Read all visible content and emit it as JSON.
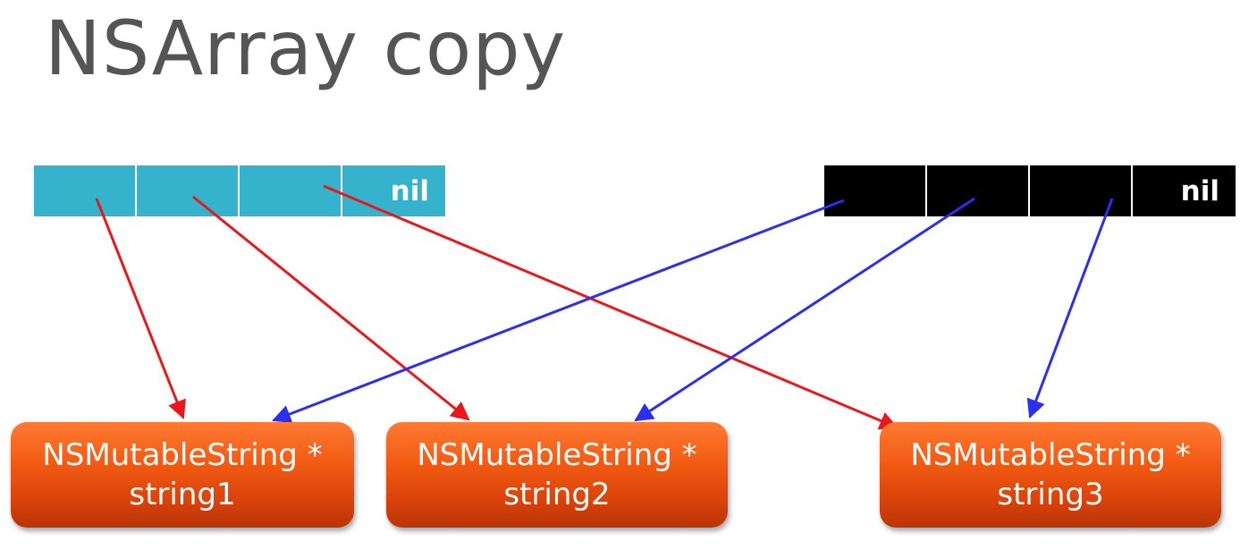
{
  "title": "NSArray copy",
  "original_array": {
    "cells": [
      "",
      "",
      "",
      "nil"
    ],
    "color": "#35b3cc"
  },
  "copied_array": {
    "cells": [
      "",
      "",
      "",
      "nil"
    ],
    "color": "#000000"
  },
  "strings": [
    {
      "type": "NSMutableString *",
      "name": "string1"
    },
    {
      "type": "NSMutableString *",
      "name": "string2"
    },
    {
      "type": "NSMutableString *",
      "name": "string3"
    }
  ],
  "colors": {
    "original_pointer_arrows": "#e8181b",
    "copy_pointer_arrows": "#2a2ff0",
    "string_box": "#f25a12",
    "title_text": "#555555"
  }
}
